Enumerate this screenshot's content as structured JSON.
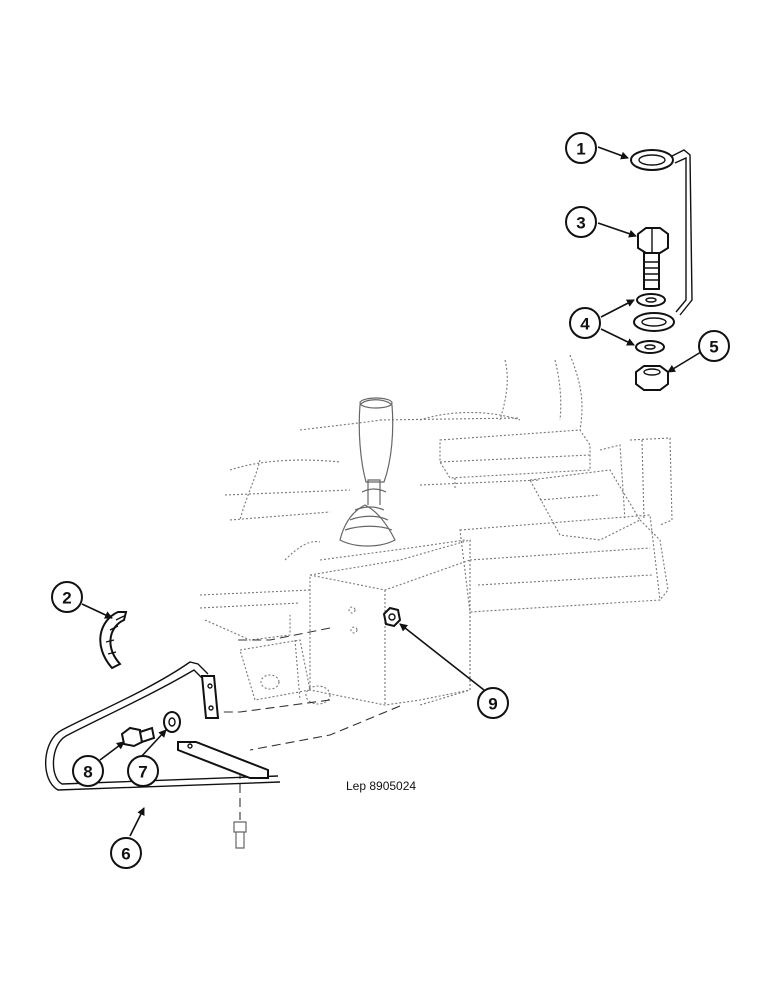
{
  "reference_code": "Lep 8905024",
  "callouts": {
    "c1": "1",
    "c2": "2",
    "c3": "3",
    "c4": "4",
    "c5": "5",
    "c6": "6",
    "c7": "7",
    "c8": "8",
    "c9": "9"
  }
}
